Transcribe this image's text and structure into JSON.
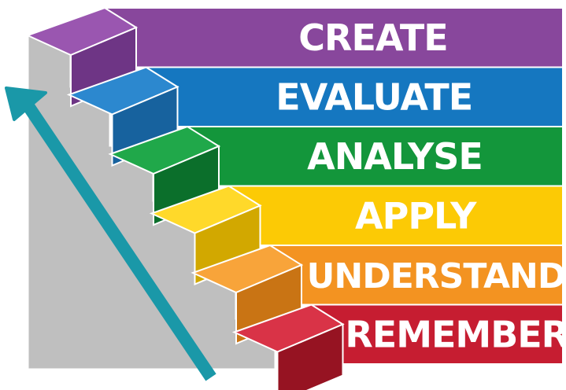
{
  "levels": [
    {
      "label": "CREATE",
      "color": "#88479c",
      "top": "#9a56b0",
      "front": "#6e3585"
    },
    {
      "label": "EVALUATE",
      "color": "#1577c0",
      "top": "#2c88cf",
      "front": "#17629e"
    },
    {
      "label": "ANALYSE",
      "color": "#13963b",
      "top": "#20a84a",
      "front": "#0b6f2b"
    },
    {
      "label": "APPLY",
      "color": "#fcca05",
      "top": "#ffd92a",
      "front": "#d2a800"
    },
    {
      "label": "UNDERSTAND",
      "color": "#f39321",
      "top": "#f8a43a",
      "front": "#c97414"
    },
    {
      "label": "REMEMBER",
      "color": "#c61d31",
      "top": "#d93347",
      "front": "#961322"
    }
  ],
  "arrow_color": "#1a98a8",
  "wall_color": "#bfbfbf"
}
